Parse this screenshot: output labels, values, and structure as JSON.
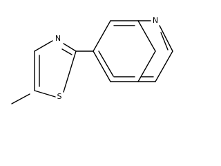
{
  "molecule": {
    "atoms": {
      "thiazole_nitrogen": "N",
      "thiazole_sulfur": "S",
      "quinoline_nitrogen": "N"
    }
  },
  "colors": {
    "bond": "#000000",
    "background": "#ffffff"
  }
}
